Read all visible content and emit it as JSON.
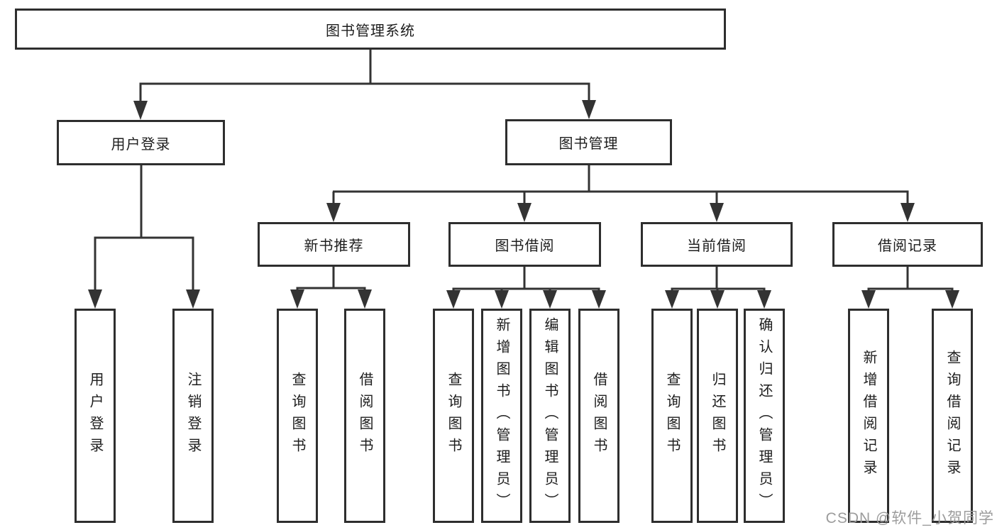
{
  "title": {
    "label": "图书管理系统"
  },
  "level2": {
    "user_login": "用户登录",
    "book_mgmt": "图书管理"
  },
  "level3": {
    "new_books": "新书推荐",
    "book_borrow": "图书借阅",
    "current_borrow": "当前借阅",
    "borrow_records": "借阅记录"
  },
  "leaves": {
    "user_login": "用户登录",
    "logout": "注销登录",
    "nb_query": "查询图书",
    "nb_borrow": "借阅图书",
    "bb_query": "查询图书",
    "bb_add": "新增图书（管理员）",
    "bb_edit": "编辑图书（管理员）",
    "bb_borrow": "借阅图书",
    "cb_query": "查询图书",
    "cb_return": "归还图书",
    "cb_confirm": "确认归还（管理员）",
    "br_add": "新增借阅记录",
    "br_query": "查询借阅记录"
  },
  "watermark": {
    "text": "CSDN @软件_小贺同学"
  },
  "colors": {
    "line": "#333333",
    "box_border": "#2e2e2e",
    "text": "#1d1d1d",
    "watermark": "#9c9c9c",
    "background": "#ffffff"
  }
}
